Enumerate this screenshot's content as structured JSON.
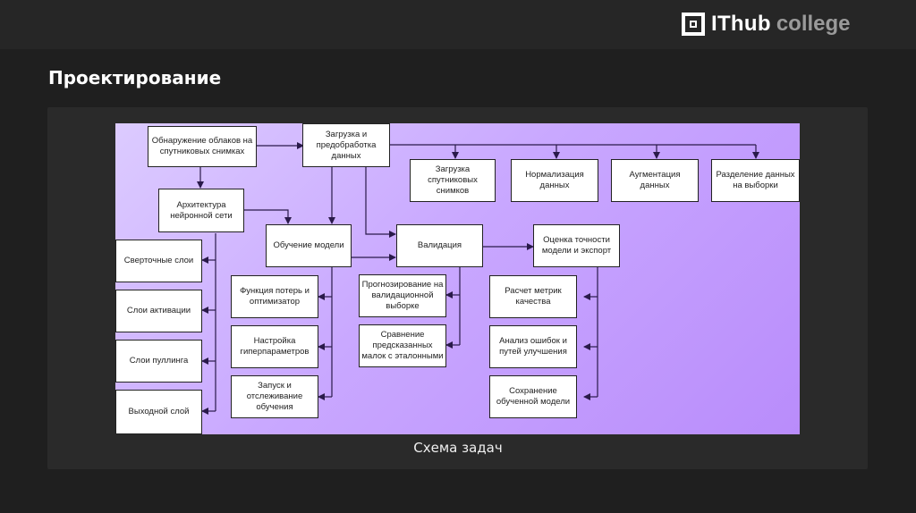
{
  "header": {
    "logo": {
      "icon": "square-logo-icon",
      "brand": "IThub",
      "suffix": "college"
    }
  },
  "page": {
    "title": "Проектирование",
    "caption": "Схема задач"
  },
  "colors": {
    "background": "#1f1f1f",
    "topbar": "#262626",
    "card": "#2a2a2a",
    "diagram_gradient_start": "#dccbff",
    "diagram_gradient_end": "#b98cfb",
    "box_fill": "#ffffff",
    "connector": "#2a1a4a"
  },
  "diagram": {
    "nodes": {
      "cloud_detection": "Обнаружение облаков на спутниковых снимках",
      "data_loading": "Загрузка и предобработка данных",
      "architecture": "Архитектура нейронной сети",
      "training": "Обучение модели",
      "validation": "Валидация",
      "evaluation": "Оценка точности модели и экспорт",
      "load_images": "Загрузка спутниковых снимков",
      "normalization": "Нормализация данных",
      "augmentation": "Аугментация данных",
      "split": "Разделение данных на выборки",
      "conv_layers": "Сверточные слои",
      "activation_layers": "Слои активации",
      "pooling_layers": "Слои пуллинга",
      "output_layer": "Выходной слой",
      "loss_optimizer": "Функция потерь и оптимизатор",
      "hyperparams": "Настройка гиперпараметров",
      "run_monitor": "Запуск и отслеживание обучения",
      "predict_val": "Прогнозирование на валидационной выборке",
      "compare_masks": "Сравнение предсказанных малок с эталонными",
      "metrics": "Расчет метрик качества",
      "error_analysis": "Анализ ошибок и путей улучшения",
      "save_model": "Сохранение обученной модели"
    }
  }
}
